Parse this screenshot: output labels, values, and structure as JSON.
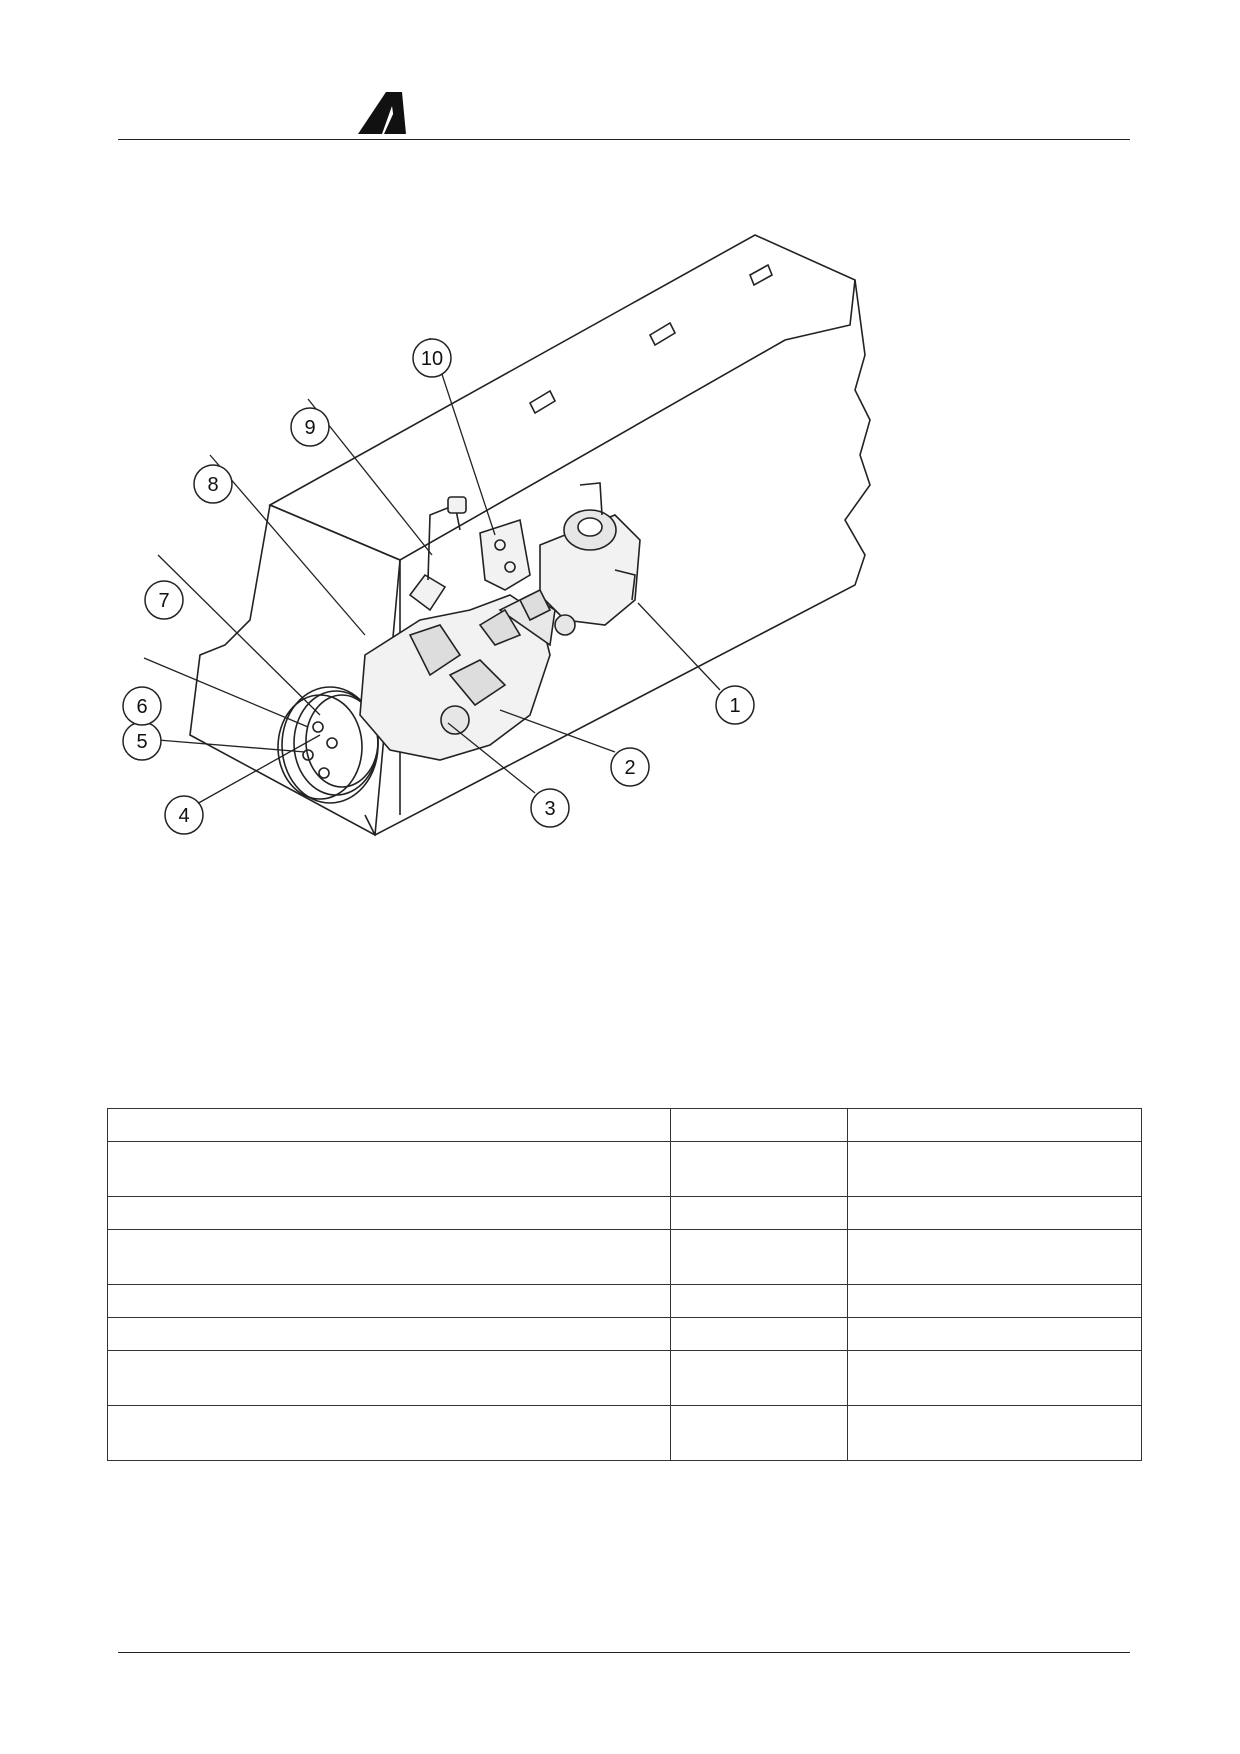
{
  "figure": {
    "callouts": [
      "1",
      "2",
      "3",
      "4",
      "5",
      "6",
      "7",
      "8",
      "9",
      "10"
    ]
  },
  "table": {
    "rows": [
      [
        "",
        "",
        ""
      ],
      [
        "",
        "",
        ""
      ],
      [
        "",
        "",
        ""
      ],
      [
        "",
        "",
        ""
      ],
      [
        "",
        "",
        ""
      ],
      [
        "",
        "",
        ""
      ],
      [
        "",
        "",
        ""
      ],
      [
        "",
        "",
        ""
      ]
    ]
  }
}
